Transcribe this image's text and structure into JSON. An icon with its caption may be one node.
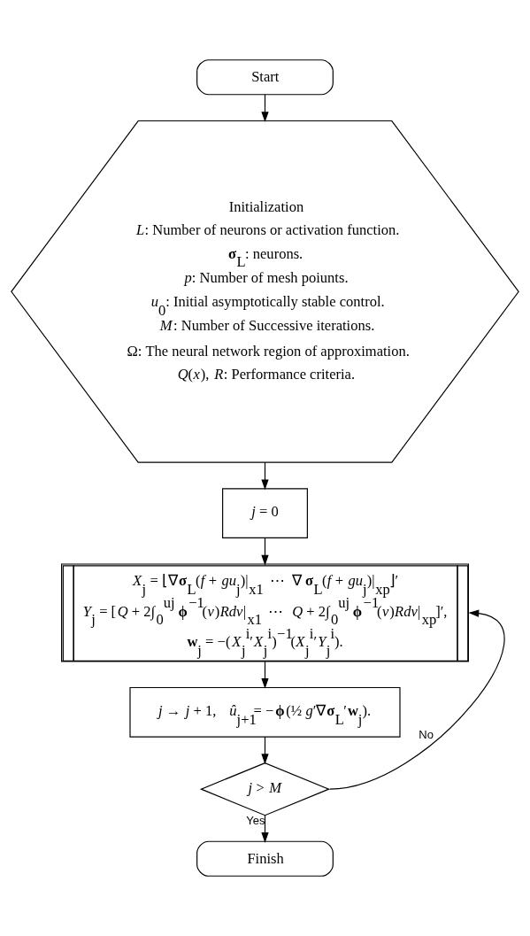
{
  "diagram": {
    "nodes": [
      {
        "text": [
          "Start"
        ]
      },
      {
        "text": [
          "Initialization",
          "*L*: Number of neurons or activation function.",
          "**σ**$_{L}$: neurons.",
          "*p*: Number of mesh poiunts.",
          "*u*$_{0}$: Initial asymptotically stable control.",
          "*M*: Number of Successive iterations.",
          "Ω: The neural network region of approximation.",
          "*Q*(*x*), *R*: Performance criteria."
        ]
      },
      {
        "text": [
          "*j* = 0"
        ]
      },
      {
        "text": [
          "*X*$_{j}$ = ⌊∇**σ**$_{L}$(*f* + *gu*$_{j}$)|$_{x1}$  ⋯  ∇**σ**$_{L}$(*f* + *gu*$_{j}$)|$_{xp}$⌋′",
          "*Y*$_{j}$ = [*Q* + 2∫$_{0}$$^{uj}$ **ϕ**$^{−1}$(*v*)*Rdv*|$_{x1}$  ⋯  *Q* + 2∫$_{0}$$^{uj}$ **ϕ**$^{−1}$(*v*)*Rdv*|$_{xp}$]′,",
          "**w**$_{j}$ = −(*X*$_{j}$$^{i}$′*X*$_{j}$$^{i}$)$^{−1}$(*X*$_{j}$$^{i}$′*Y*$_{j}$$^{i}$)."
        ]
      },
      {
        "text": [
          "*j* → *j* + 1,   *û*$_{j+1}$= −**ϕ**(½ *g*′∇**σ**$_{L}$′**w**$_{j}$)."
        ]
      },
      {
        "text": [
          "*j* > *M*"
        ]
      },
      {
        "text": [
          "Finish"
        ]
      }
    ],
    "edges": [
      {
        "from": 0,
        "to": 1,
        "arrow": "to"
      },
      {
        "from": 1,
        "to": 2,
        "arrow": "to"
      },
      {
        "from": 2,
        "to": 3,
        "arrow": "to"
      },
      {
        "from": 3,
        "to": 4,
        "arrow": "to"
      },
      {
        "from": 4,
        "to": 5,
        "arrow": "to"
      },
      {
        "from": 5,
        "to": 6,
        "arrow": "to",
        "label": "Yes"
      },
      {
        "from": 5,
        "to": 3,
        "arrow": "to",
        "label": "No"
      }
    ]
  }
}
